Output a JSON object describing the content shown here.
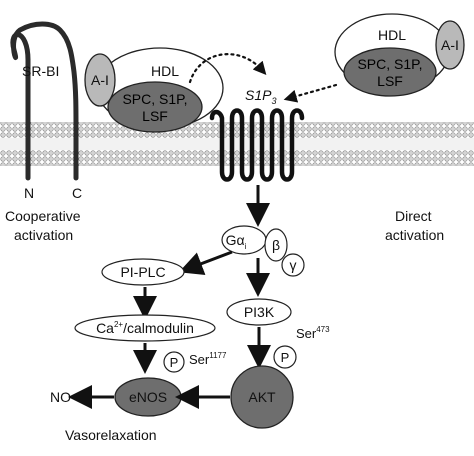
{
  "labels": {
    "sr_bi": "SR-BI",
    "apo_left": "A-I",
    "hdl_left": "HDL",
    "lipids_left_line1": "SPC, S1P,",
    "lipids_left_line2": "LSF",
    "hdl_right": "HDL",
    "apo_right": "A-I",
    "lipids_right_line1": "SPC, S1P,",
    "lipids_right_line2": "LSF",
    "receptor": "S1P",
    "receptor_sub": "3",
    "n_terminus": "N",
    "c_terminus": "C",
    "cooperative_line1": "Cooperative",
    "cooperative_line2": "activation",
    "direct_line1": "Direct",
    "direct_line2": "activation",
    "g_alpha": "Gα",
    "g_alpha_sub": "i",
    "g_beta": "β",
    "g_gamma": "γ",
    "pi_plc": "PI-PLC",
    "pi3k": "PI3K",
    "calcium": "Ca",
    "calcium_sup": "2+",
    "calmodulin": "/calmodulin",
    "phospho_enos": "P",
    "ser1177": "Ser",
    "ser1177_sup": "1177",
    "phospho_akt": "P",
    "ser473": "Ser",
    "ser473_sup": "473",
    "enos": "eNOS",
    "akt": "AKT",
    "no": "NO",
    "vasorelaxation": "Vasorelaxation"
  }
}
